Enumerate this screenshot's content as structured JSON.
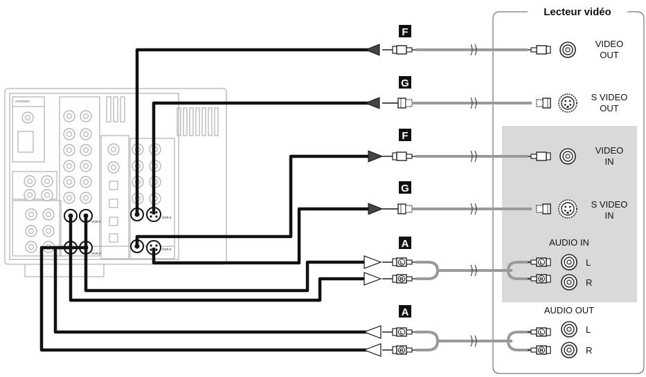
{
  "device": {
    "title": "Lecteur vidéo",
    "labels": {
      "video_out": [
        "VIDEO",
        "OUT"
      ],
      "s_video_out": [
        "S VIDEO",
        "OUT"
      ],
      "video_in": [
        "VIDEO",
        "IN"
      ],
      "s_video_in": [
        "S VIDEO",
        "IN"
      ],
      "audio_in": "AUDIO IN",
      "audio_out": "AUDIO OUT",
      "left": "L",
      "right": "R"
    }
  },
  "badges": {
    "f": "F",
    "g": "G",
    "a": "A"
  },
  "plug_marks": {
    "left": "L",
    "right": "R"
  },
  "receiver": {
    "antenna": "ANTENNA",
    "vcr2": "VCR-2"
  },
  "colors": {
    "cable": "#111111",
    "cable_gray": "#999999",
    "panel_gray": "#d9d9d9",
    "receiver_line": "#b5b5b5"
  }
}
